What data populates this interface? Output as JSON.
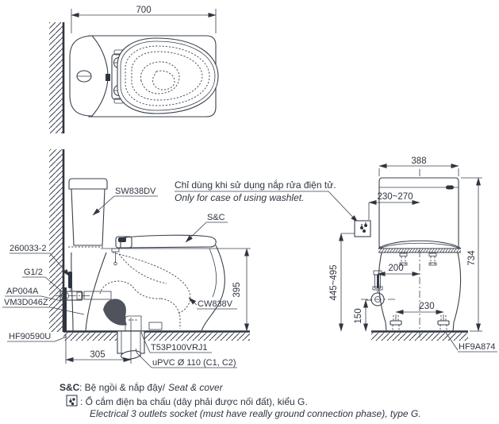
{
  "dims": {
    "top_width": "700",
    "tank_width": "388",
    "socket_offset": "230~270",
    "total_height": "734",
    "socket_height": "445~495",
    "supply_offset": "200",
    "supply_height": "150",
    "bolt_spacing": "230",
    "rim_height": "395",
    "rough_in": "305"
  },
  "labels": {
    "washlet": "SW838DV",
    "seat_cover": "S&C",
    "supply_part": "260033-2",
    "thread": "G1/2",
    "stop_valve": "AP004A",
    "hose": "VM3D046Z",
    "seal": "HF90590U",
    "bowl": "CW838V",
    "flange": "T53P100VRJ1",
    "drain": "uPVC Ø 110 (C1, C2)",
    "floor_bolt": "HF9A874"
  },
  "notes": {
    "washlet_only_vi": "Chỉ dùng khi sử dụng nắp rửa điện tử.",
    "washlet_only_en": "Only for case of using washlet."
  },
  "legend": {
    "sc_key": "S&C",
    "sc_vi": ": Bệ ngồi & nắp đậy/",
    "sc_en": "Seat & cover",
    "socket_vi": ": Ổ cắm điện ba chấu (dây phải được nối đất), kiểu G.",
    "socket_en": "Electrical 3 outlets socket (must have really ground connection phase), type G."
  },
  "colors": {
    "line": "#3a404c",
    "text": "#2f3540",
    "background": "#ffffff"
  }
}
